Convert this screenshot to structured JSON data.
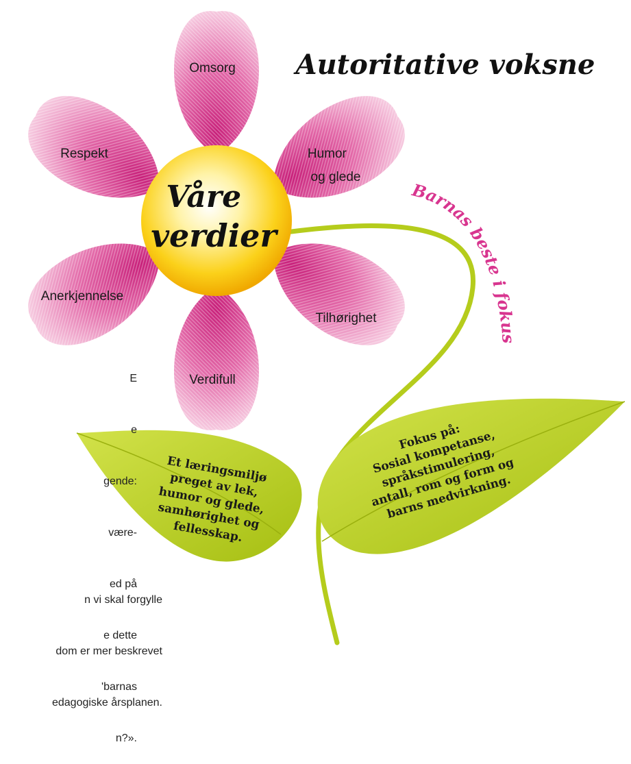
{
  "title": "Autoritative voksne",
  "center_label": [
    "Våre",
    "verdier"
  ],
  "stem_label": "Barnas beste i fokus",
  "petals": [
    {
      "id": "omsorg",
      "lines": [
        "Omsorg"
      ]
    },
    {
      "id": "humor",
      "lines": [
        "Humor",
        "og glede"
      ]
    },
    {
      "id": "tilhorighet",
      "lines": [
        "Tilhørighet"
      ]
    },
    {
      "id": "verdifull",
      "lines": [
        "Verdifull"
      ]
    },
    {
      "id": "anerkjennelse",
      "lines": [
        "Anerkjennelse"
      ]
    },
    {
      "id": "respekt",
      "lines": [
        "Respekt"
      ]
    }
  ],
  "left_leaf": [
    "Et læringsmiljø",
    "preget av lek,",
    "humor og glede,",
    "samhørighet og",
    "fellesskap."
  ],
  "right_leaf": [
    "Fokus på:",
    "Sosial kompetanse,",
    "språkstimulering,",
    "antall, rom og form og",
    "barns medvirkning."
  ],
  "side_text": {
    "upper": [
      "E",
      "e",
      "gende:",
      "være-",
      "ed på",
      "e dette",
      "'barnas",
      "n?»."
    ],
    "lower": [
      "n vi skal forgylle",
      "dom er mer beskrevet",
      "edagogiske årsplanen."
    ]
  },
  "colors": {
    "petal": "#d8358f",
    "center": "#f7c400",
    "leaf": "#b5cc1c",
    "stem": "#b5cc1c",
    "accent": "#d8358f"
  }
}
